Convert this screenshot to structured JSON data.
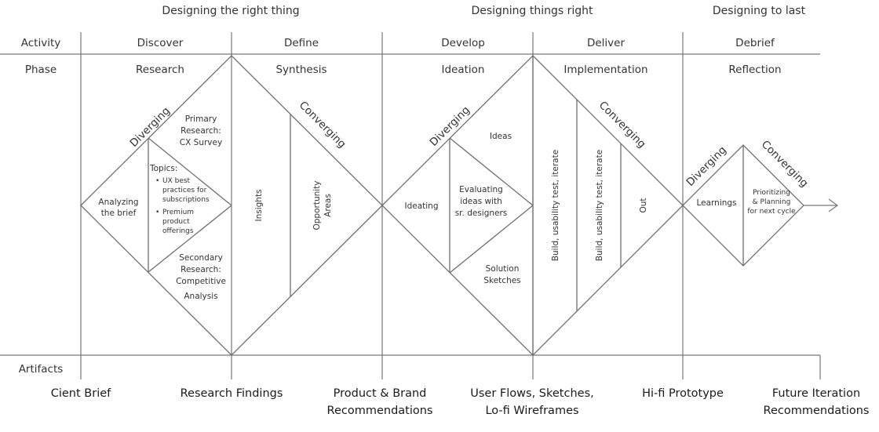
{
  "goals": [
    "Designing the right thing",
    "Designing things right",
    "Designing to last"
  ],
  "rows": {
    "activity": "Activity",
    "phase": "Phase",
    "artifacts": "Artifacts"
  },
  "activities": [
    "Discover",
    "Define",
    "Develop",
    "Deliver",
    "Debrief"
  ],
  "phases": [
    "Research",
    "Synthesis",
    "Ideation",
    "Implementation",
    "Reflection"
  ],
  "diamond1": {
    "diverging": "Diverging",
    "converging": "Converging",
    "analyzing": [
      "Analyzing",
      "the brief"
    ],
    "primary": [
      "Primary",
      "Research:",
      "CX Survey"
    ],
    "topics_title": "Topics:",
    "topics": [
      [
        "UX best",
        "practices for",
        "subscriptions"
      ],
      [
        "Premium",
        "product",
        "offerings"
      ]
    ],
    "secondary": [
      "Secondary",
      "Research:",
      "Competitive",
      "Analysis"
    ],
    "insights": "Insights",
    "opportunity": [
      "Opportunity",
      "Areas"
    ]
  },
  "diamond2": {
    "diverging": "Diverging",
    "converging": "Converging",
    "ideating": "Ideating",
    "ideas": "Ideas",
    "evaluating": [
      "Evaluating",
      "ideas with",
      "sr. designers"
    ],
    "solution": [
      "Solution",
      "Sketches"
    ],
    "build1": "Build, usability test, iterate",
    "build2": "Build, usability test, iterate",
    "out": "Out"
  },
  "diamond3": {
    "diverging": "Diverging",
    "converging": "Converging",
    "learnings": "Learnings",
    "prioritizing": [
      "Prioritizing",
      "& Planning",
      "for next cycle"
    ]
  },
  "artifacts": [
    [
      "Cient Brief"
    ],
    [
      "Research Findings"
    ],
    [
      "Product & Brand",
      "Recommendations"
    ],
    [
      "User Flows, Sketches,",
      "Lo-fi Wireframes"
    ],
    [
      "Hi-fi Prototype"
    ],
    [
      "Future Iteration",
      "Recommendations"
    ]
  ]
}
